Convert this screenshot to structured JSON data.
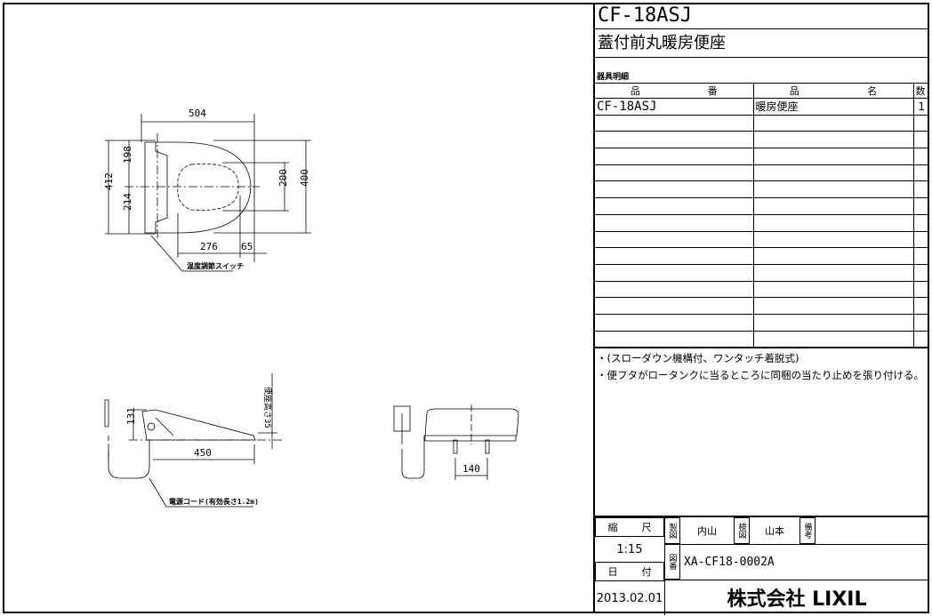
{
  "title": {
    "model": "CF-18ASJ",
    "name": "蓋付前丸暖房便座"
  },
  "parts": {
    "caption": "器具明細",
    "headers": [
      "品",
      "番",
      "品",
      "名",
      "数"
    ],
    "rows": [
      {
        "code": "CF-18ASJ",
        "name": "暖房便座",
        "qty": "1"
      }
    ],
    "empty_rows": 14
  },
  "notes": [
    "・(スローダウン機構付、ワンタッチ着脱式)",
    "・便フタがロータンクに当るところに同梱の当たり止めを張り付ける。"
  ],
  "title_block": {
    "scale_label": [
      "縮",
      "尺"
    ],
    "scale": "1:15",
    "date_label": [
      "日",
      "付"
    ],
    "date": "2013.02.01",
    "drawn_label": "製図",
    "drawn_by": "内山",
    "checked_label": "検図",
    "checked_by": "山本",
    "remarks_label": "備考",
    "drawing_no_label": "図番",
    "drawing_no": "XA-CF18-0002A",
    "company": "株式会社 LIXIL"
  },
  "dims": {
    "width": "504",
    "depth": "412",
    "front": "198",
    "rear": "214",
    "seat_w": "400",
    "hole_w": "200",
    "d276": "276",
    "d65": "65",
    "height": "131",
    "length": "450",
    "seat_h": "便座高さ35",
    "bolt": "140",
    "switch": "温度調節スイッチ",
    "cord": "電源コード(有効長さ1.2m)"
  }
}
